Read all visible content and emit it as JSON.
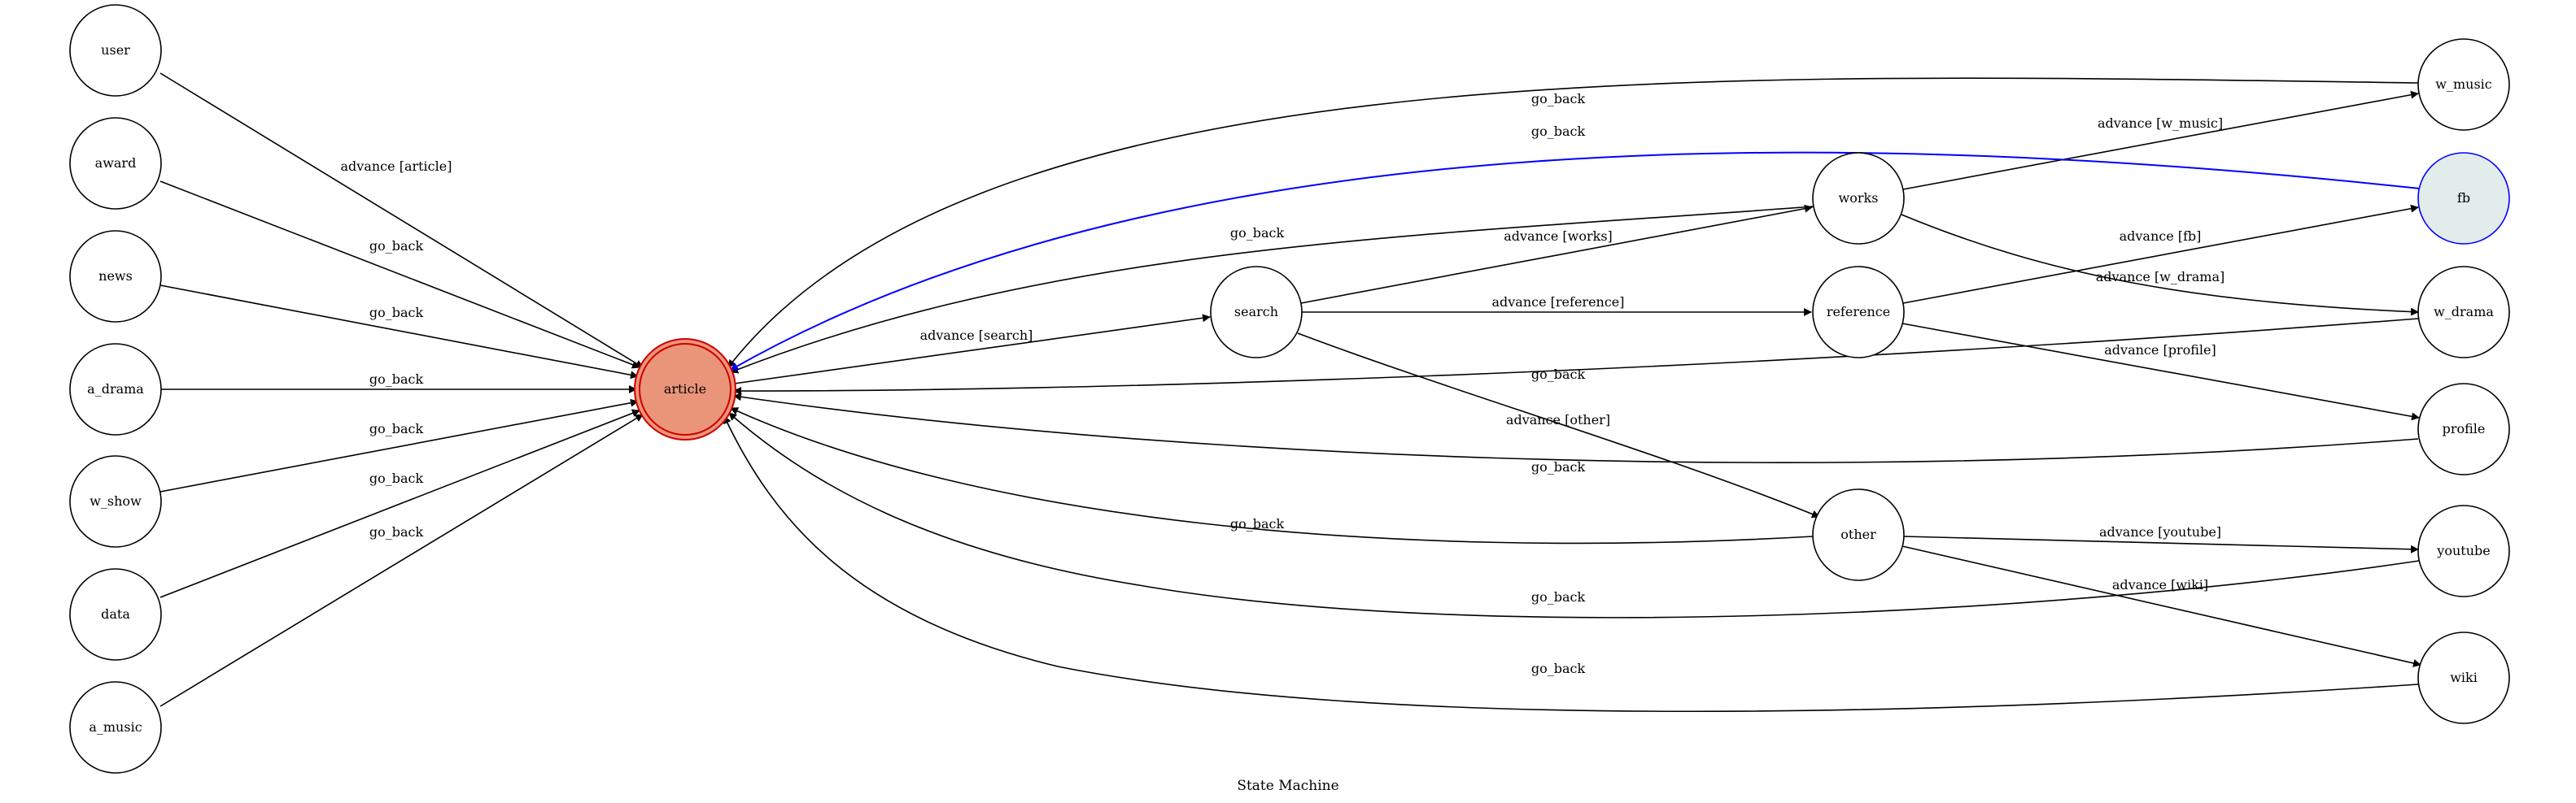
{
  "diagram": {
    "title": "State Machine",
    "colors": {
      "edge": "#000000",
      "highlight_edge": "#0000ff",
      "article_fill": "#ea9579",
      "article_stroke": "#cc0000",
      "fb_fill": "#e1eceb",
      "fb_stroke": "#0000ff",
      "node_fill": "#ffffff",
      "node_stroke": "#000000"
    },
    "nodes": [
      {
        "id": "user",
        "label": "user"
      },
      {
        "id": "award",
        "label": "award"
      },
      {
        "id": "news",
        "label": "news"
      },
      {
        "id": "a_drama",
        "label": "a_drama"
      },
      {
        "id": "w_show",
        "label": "w_show"
      },
      {
        "id": "data",
        "label": "data"
      },
      {
        "id": "a_music",
        "label": "a_music"
      },
      {
        "id": "article",
        "label": "article",
        "kind": "start-state"
      },
      {
        "id": "search",
        "label": "search"
      },
      {
        "id": "works",
        "label": "works"
      },
      {
        "id": "reference",
        "label": "reference"
      },
      {
        "id": "other",
        "label": "other"
      },
      {
        "id": "w_music",
        "label": "w_music"
      },
      {
        "id": "fb",
        "label": "fb",
        "kind": "highlighted"
      },
      {
        "id": "w_drama",
        "label": "w_drama"
      },
      {
        "id": "profile",
        "label": "profile"
      },
      {
        "id": "youtube",
        "label": "youtube"
      },
      {
        "id": "wiki",
        "label": "wiki"
      }
    ],
    "edges": [
      {
        "id": "user-article",
        "from": "user",
        "to": "article",
        "label": "advance [article]"
      },
      {
        "id": "award-article",
        "from": "award",
        "to": "article",
        "label": "go_back"
      },
      {
        "id": "news-article",
        "from": "news",
        "to": "article",
        "label": "go_back"
      },
      {
        "id": "a_drama-article",
        "from": "a_drama",
        "to": "article",
        "label": "go_back"
      },
      {
        "id": "w_show-article",
        "from": "w_show",
        "to": "article",
        "label": "go_back"
      },
      {
        "id": "data-article",
        "from": "data",
        "to": "article",
        "label": "go_back"
      },
      {
        "id": "a_music-article",
        "from": "a_music",
        "to": "article",
        "label": "go_back"
      },
      {
        "id": "article-search",
        "from": "article",
        "to": "search",
        "label": "advance [search]"
      },
      {
        "id": "search-works",
        "from": "search",
        "to": "works",
        "label": "advance [works]"
      },
      {
        "id": "search-reference",
        "from": "search",
        "to": "reference",
        "label": "advance [reference]"
      },
      {
        "id": "search-other",
        "from": "search",
        "to": "other",
        "label": "advance [other]"
      },
      {
        "id": "works-w_music",
        "from": "works",
        "to": "w_music",
        "label": "advance [w_music]"
      },
      {
        "id": "works-w_drama",
        "from": "works",
        "to": "w_drama",
        "label": "advance [w_drama]"
      },
      {
        "id": "reference-fb",
        "from": "reference",
        "to": "fb",
        "label": "advance [fb]"
      },
      {
        "id": "reference-profile",
        "from": "reference",
        "to": "profile",
        "label": "advance [profile]"
      },
      {
        "id": "other-youtube",
        "from": "other",
        "to": "youtube",
        "label": "advance [youtube]"
      },
      {
        "id": "other-wiki",
        "from": "other",
        "to": "wiki",
        "label": "advance [wiki]"
      },
      {
        "id": "works-article",
        "from": "works",
        "to": "article",
        "label": "go_back"
      },
      {
        "id": "w_music-article",
        "from": "w_music",
        "to": "article",
        "label": "go_back"
      },
      {
        "id": "fb-article",
        "from": "fb",
        "to": "article",
        "label": "go_back",
        "highlighted": true
      },
      {
        "id": "w_drama-article",
        "from": "w_drama",
        "to": "article",
        "label": "go_back"
      },
      {
        "id": "profile-article",
        "from": "profile",
        "to": "article",
        "label": "go_back"
      },
      {
        "id": "other-article",
        "from": "other",
        "to": "article",
        "label": "go_back"
      },
      {
        "id": "youtube-article",
        "from": "youtube",
        "to": "article",
        "label": "go_back"
      },
      {
        "id": "wiki-article",
        "from": "wiki",
        "to": "article",
        "label": "go_back"
      }
    ]
  }
}
